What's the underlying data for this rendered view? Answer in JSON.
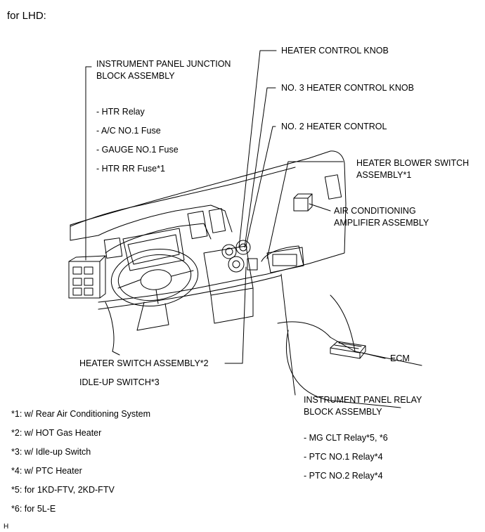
{
  "heading": "for LHD:",
  "callouts": {
    "instrument_panel_jb": {
      "title_line1": "INSTRUMENT PANEL JUNCTION",
      "title_line2": "BLOCK ASSEMBLY",
      "items": [
        "- HTR Relay",
        "- A/C NO.1 Fuse",
        "- GAUGE NO.1 Fuse",
        "- HTR RR Fuse*1"
      ]
    },
    "heater_control_knob": "HEATER CONTROL KNOB",
    "no3_heater_control_knob": "NO. 3 HEATER CONTROL KNOB",
    "no2_heater_control": "NO. 2 HEATER CONTROL",
    "heater_blower_switch": {
      "line1": "HEATER BLOWER SWITCH",
      "line2": "ASSEMBLY*1"
    },
    "ac_amplifier": {
      "line1": "AIR CONDITIONING",
      "line2": "AMPLIFIER ASSEMBLY"
    },
    "ecm": "ECM",
    "heater_switch": "HEATER SWITCH ASSEMBLY*2",
    "idle_up_switch": "IDLE-UP SWITCH*3",
    "relay_block": {
      "title_line1": "INSTRUMENT PANEL RELAY",
      "title_line2": "BLOCK ASSEMBLY",
      "items": [
        "- MG CLT Relay*5, *6",
        "- PTC NO.1 Relay*4",
        "- PTC NO.2 Relay*4"
      ]
    }
  },
  "footnotes": [
    "*1: w/ Rear Air Conditioning System",
    "*2: w/ HOT Gas Heater",
    "*3: w/ Idle-up Switch",
    "*4: w/ PTC Heater",
    "*5: for 1KD-FTV, 2KD-FTV",
    "*6: for 5L-E"
  ],
  "corner_mark": "H"
}
